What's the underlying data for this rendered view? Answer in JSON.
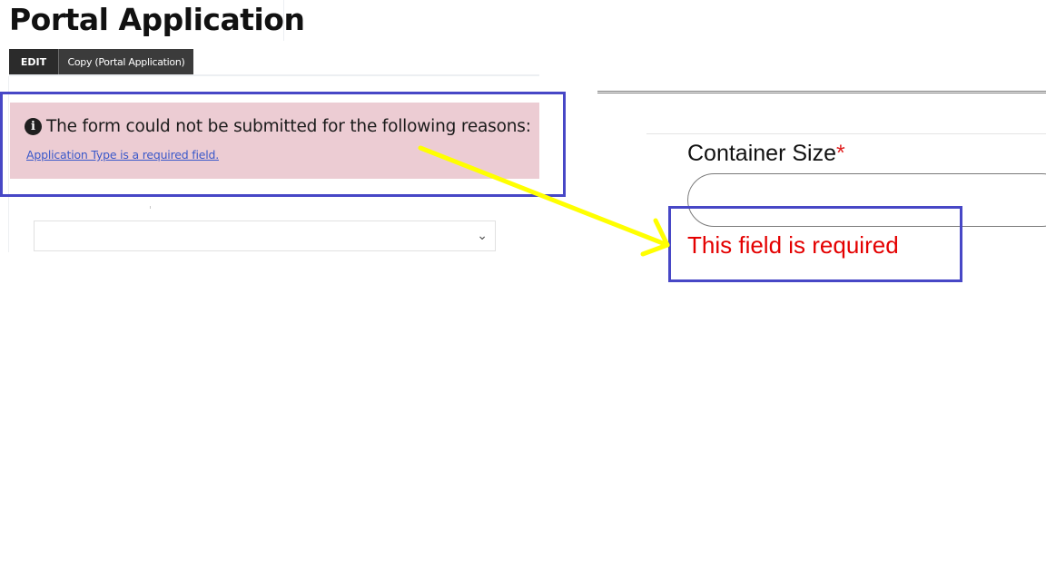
{
  "left_panel": {
    "title": "Portal Application",
    "toolbar": {
      "edit_label": "EDIT",
      "copy_label": "Copy (Portal Application)"
    },
    "alert": {
      "icon": "info-circle-icon",
      "heading": "The form could not be submitted for the following reasons:",
      "link_text": "Application Type is a required field.",
      "background_color": "#ecccd3"
    },
    "select": {
      "value": "",
      "icon": "chevron-down-icon"
    }
  },
  "right_panel": {
    "field_label": "Container Size",
    "required_marker": "*",
    "input_value": "",
    "error_message": "This field is required",
    "error_color": "#e40000"
  },
  "annotations": {
    "highlight_color": "#4747c6",
    "arrow_color": "#ffff00"
  }
}
